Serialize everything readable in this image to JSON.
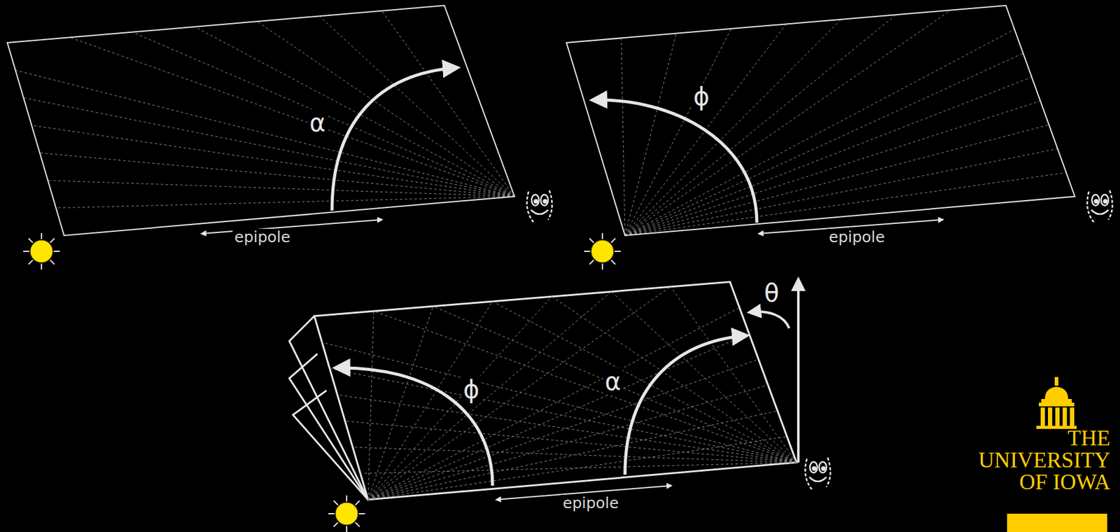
{
  "diagram": {
    "labels": [
      "α",
      "epipole",
      "ϕ",
      "epipole",
      "θ",
      "ϕ",
      "α",
      "epipole",
      "THE UNIVERSITY OF IOWA"
    ]
  }
}
